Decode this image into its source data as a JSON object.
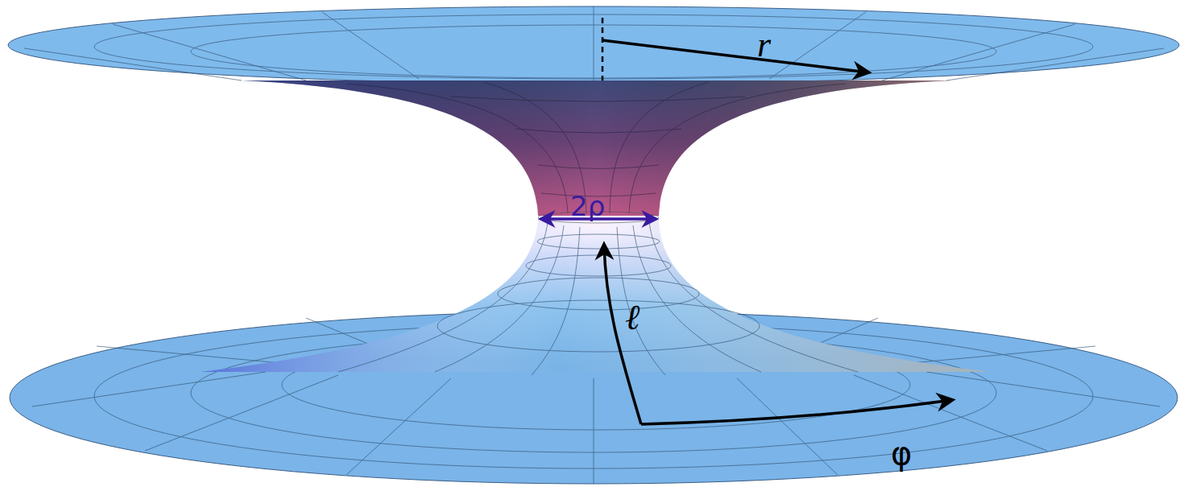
{
  "diagram": {
    "labels": [
      "r",
      "2ρ",
      "ℓ",
      "φ"
    ]
  }
}
